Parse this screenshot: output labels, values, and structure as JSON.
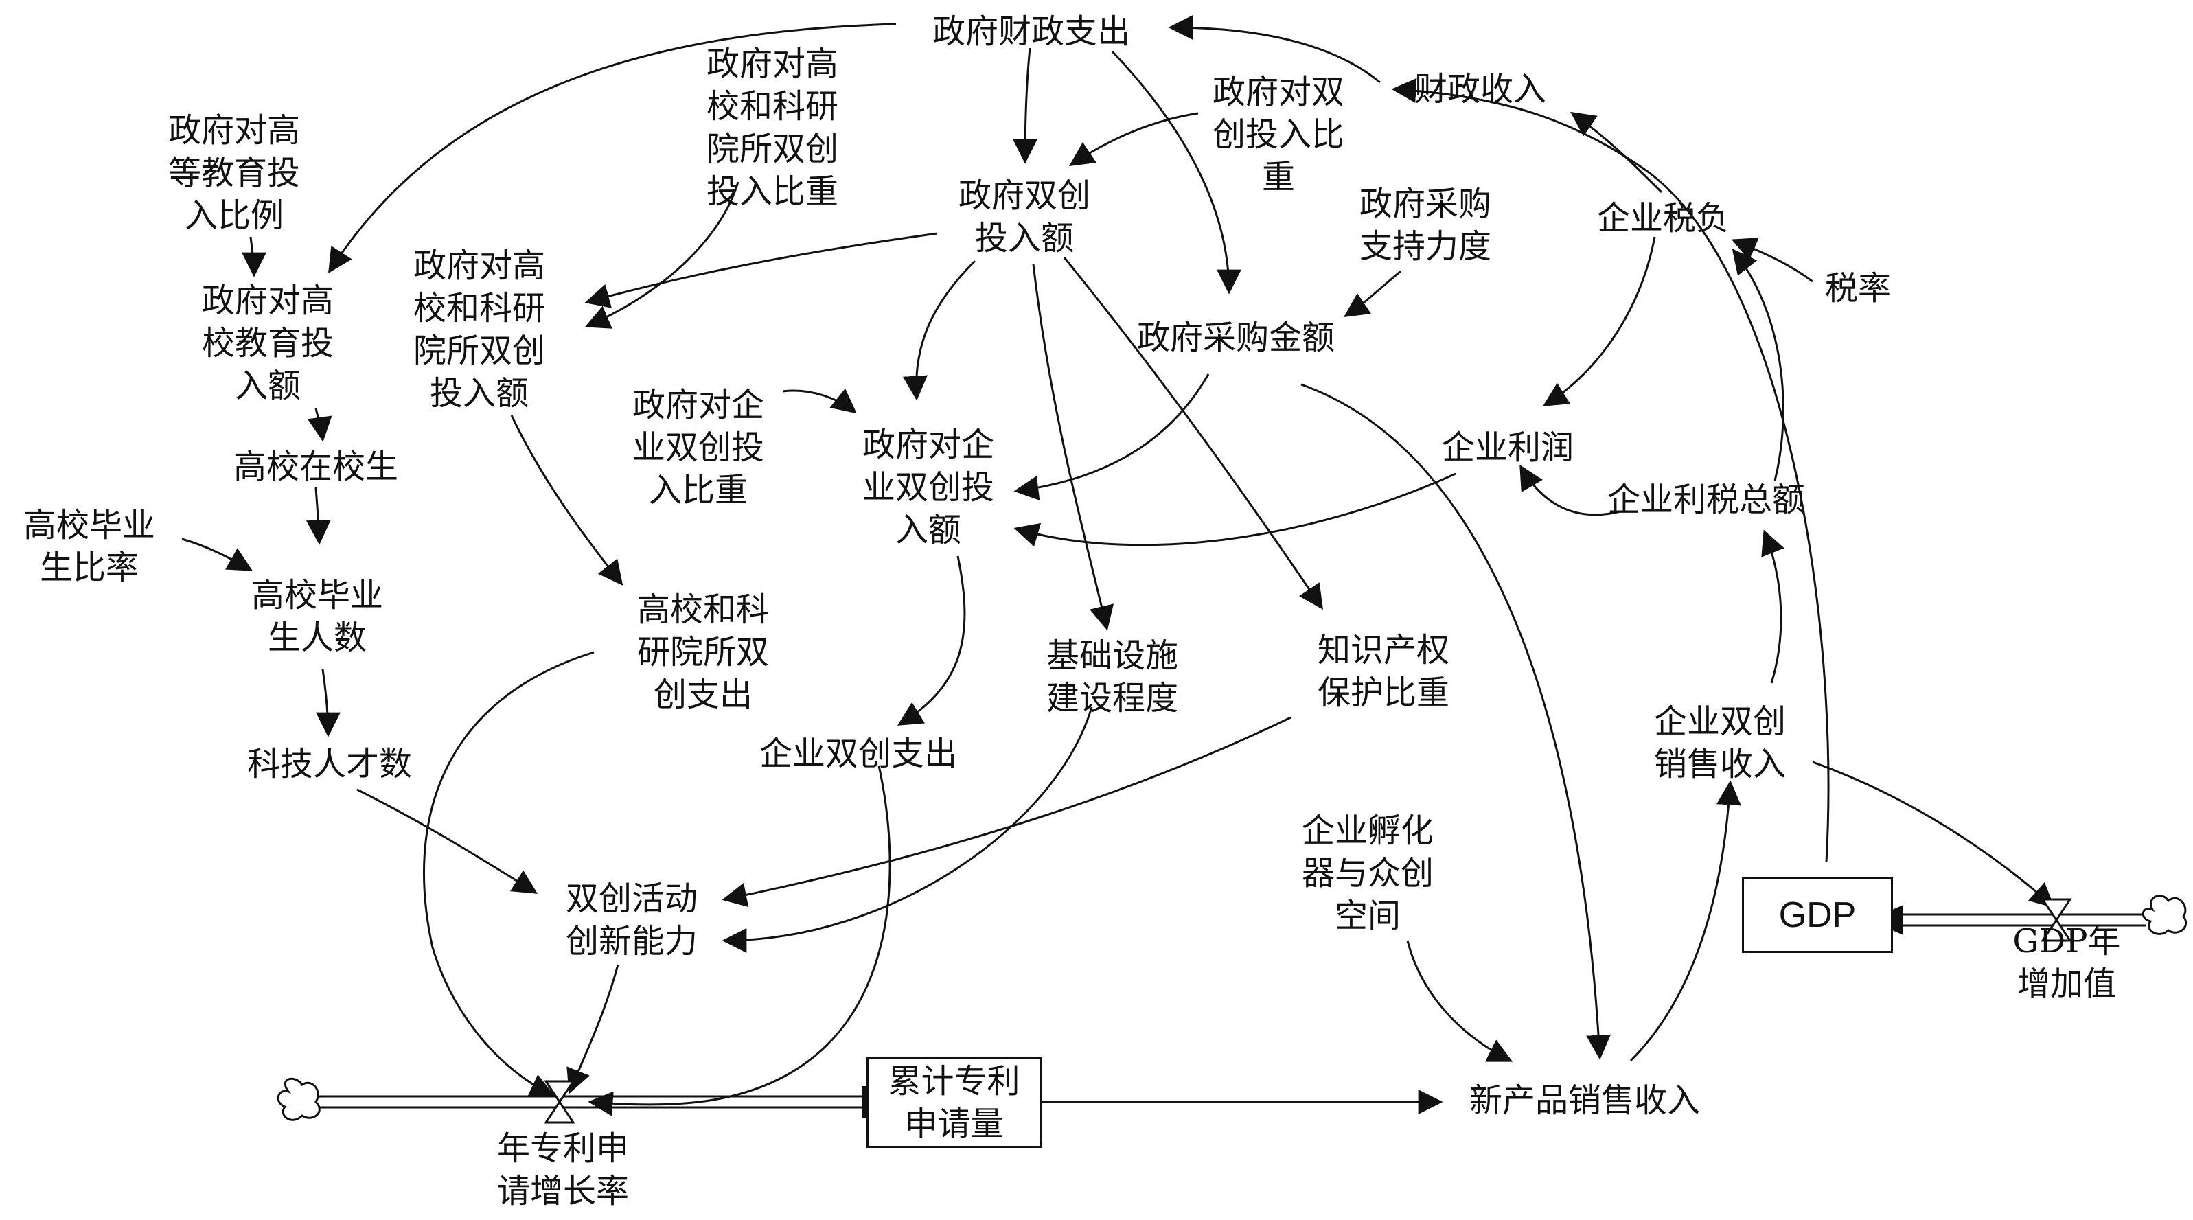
{
  "nodes": {
    "gov_fiscal_expense": "政府财政支出",
    "fiscal_revenue": "财政收入",
    "gov_univ_research_ratio": "政府对高\n校和科研\n院所双创\n投入比重",
    "gov_dual_ratio": "政府对双\n创投入比\n重",
    "gov_higher_edu_ratio": "政府对高\n等教育投\n入比例",
    "gov_dual_invest": "政府双创\n投入额",
    "gov_procure_support": "政府采购\n支持力度",
    "enterprise_tax": "企业税负",
    "tax_rate": "税率",
    "gov_univ_edu_invest": "政府对高\n校教育投\n入额",
    "gov_univ_research_invest": "政府对高\n校和科研\n院所双创\n投入额",
    "gov_procure_amount": "政府采购金额",
    "gov_enterprise_ratio": "政府对企\n业双创投\n入比重",
    "gov_enterprise_invest": "政府对企\n业双创投\n入额",
    "enterprise_profit": "企业利润",
    "univ_students": "高校在校生",
    "enterprise_profit_tax": "企业利税总额",
    "grad_ratio": "高校毕业\n生比率",
    "univ_graduates": "高校毕业\n生人数",
    "univ_research_expense": "高校和科\n研院所双\n创支出",
    "infrastructure": "基础设施\n建设程度",
    "ip_protection": "知识产权\n保护比重",
    "enterprise_dual_sales": "企业双创\n销售收入",
    "tech_talents": "科技人才数",
    "enterprise_dual_expense": "企业双创支出",
    "incubator": "企业孵化\n器与众创\n空间",
    "innovation_capacity": "双创活动\n创新能力",
    "gdp": "GDP",
    "gdp_increase": "GDP年增加值",
    "cumulative_patents": "累计专利\n申请量",
    "new_product_sales": "新产品销售收入",
    "patent_growth_rate": "年专利申\n请增长率"
  }
}
